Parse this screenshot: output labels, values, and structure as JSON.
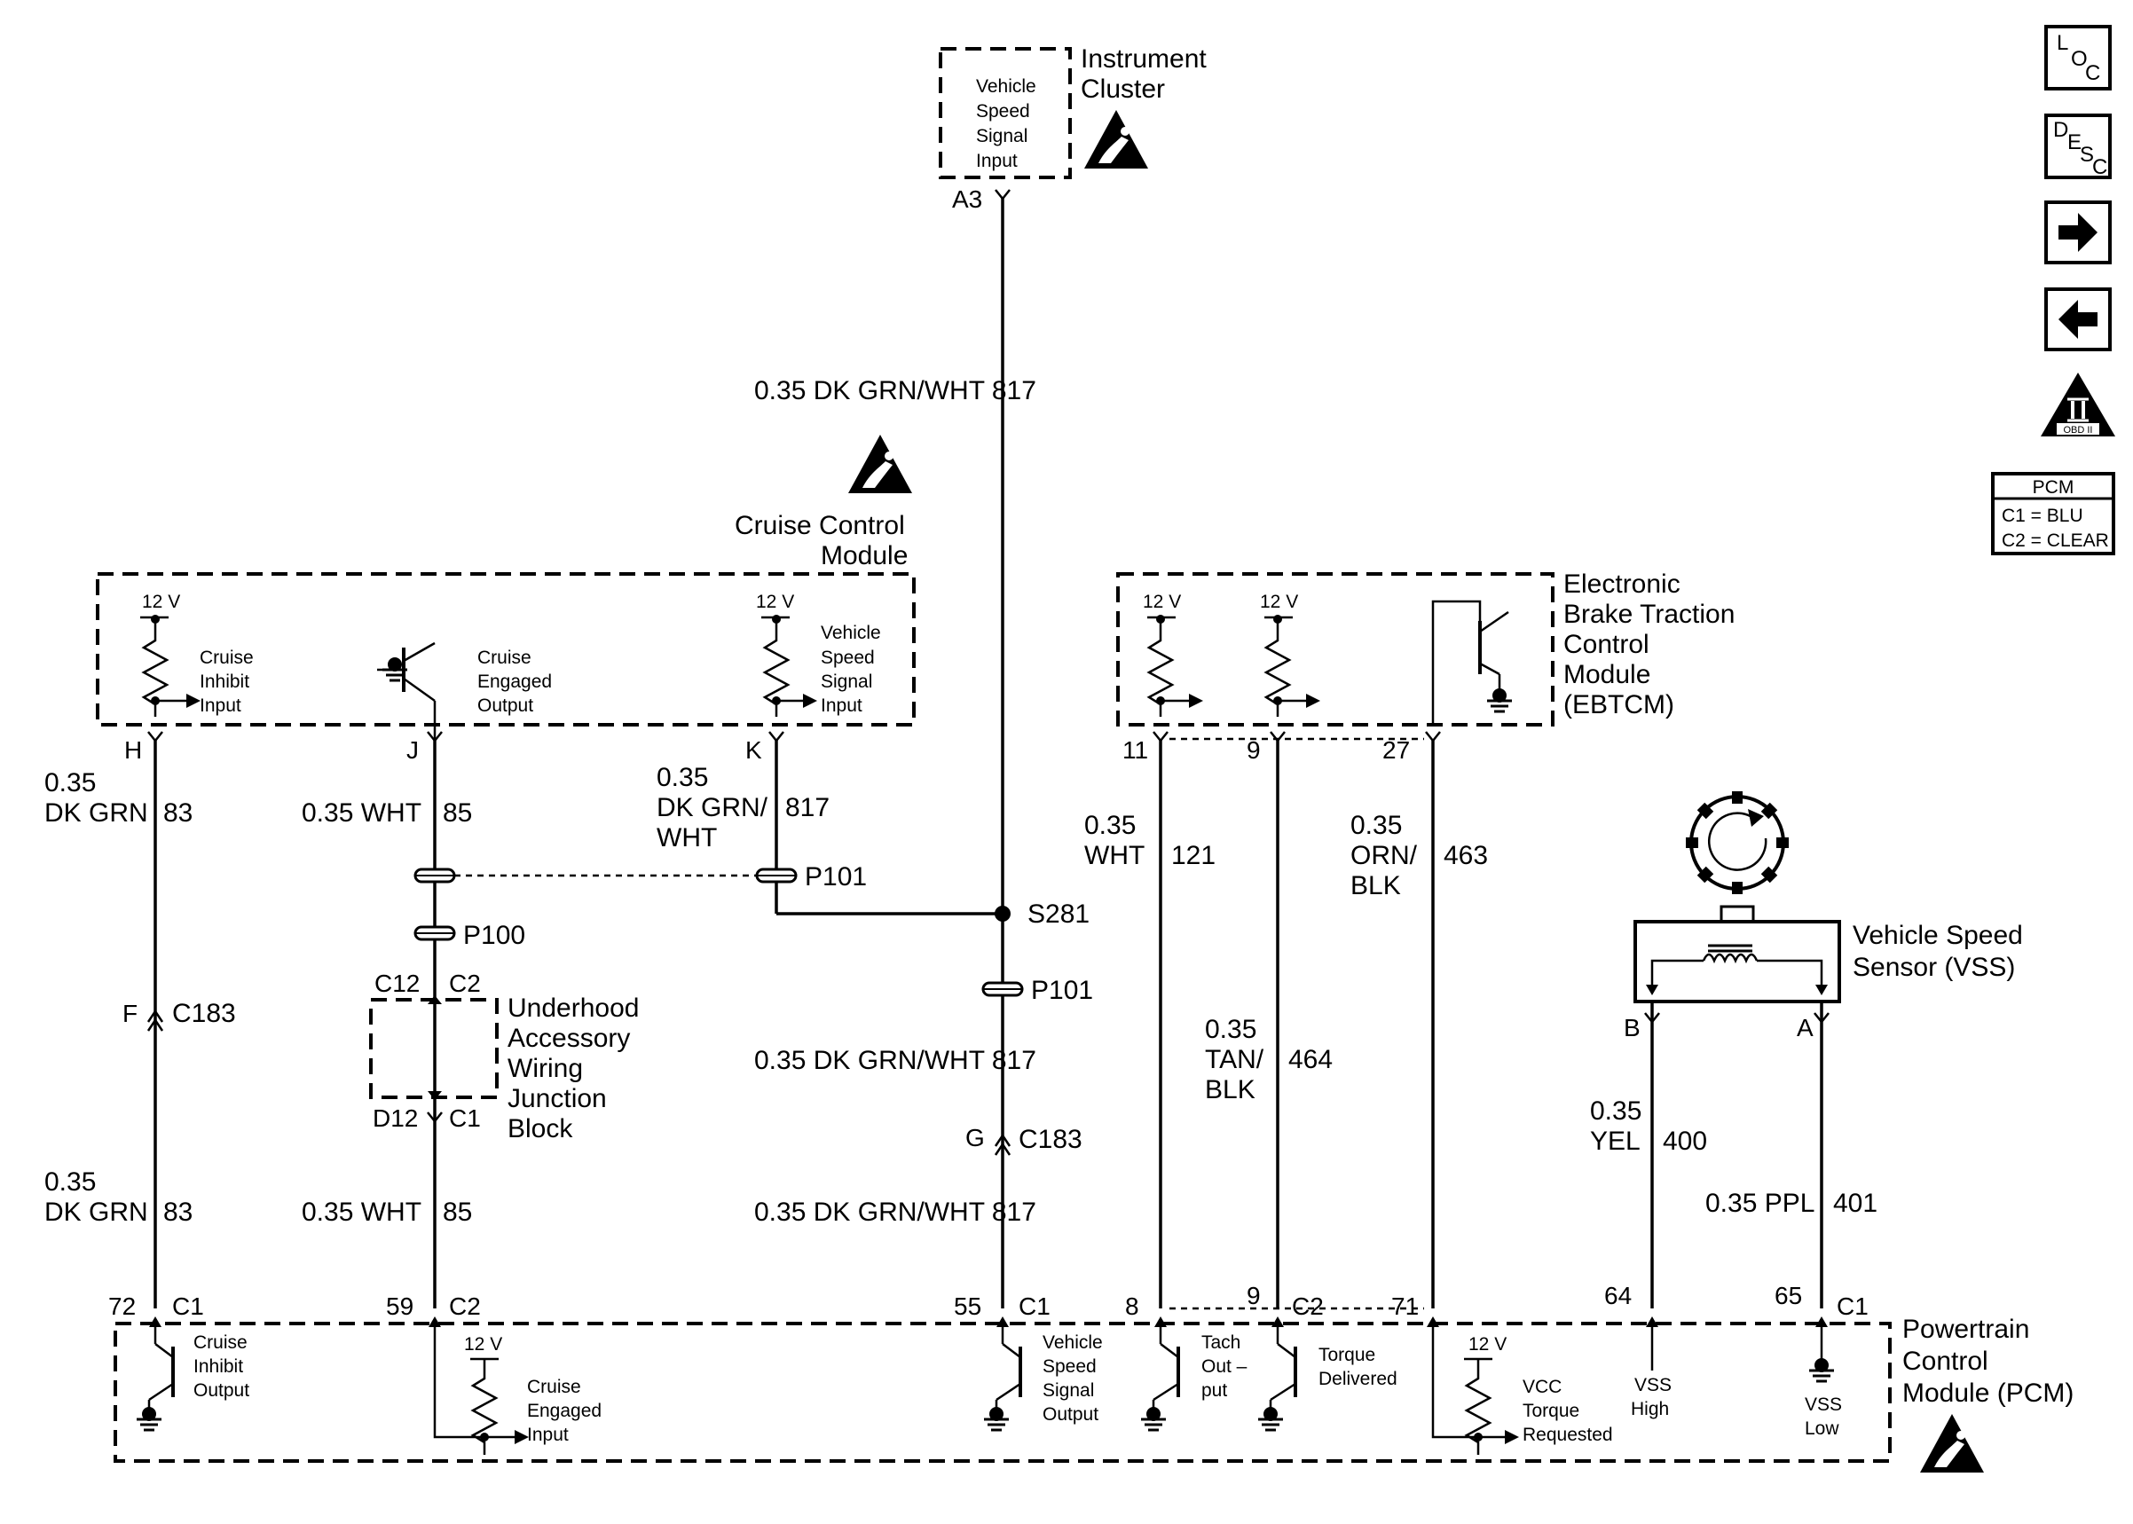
{
  "modules": {
    "instrument_cluster": {
      "line1": "Instrument",
      "line2": "Cluster",
      "input": [
        "Vehicle",
        "Speed",
        "Signal",
        "Input"
      ]
    },
    "cruise_control": {
      "line1": "Cruise Control",
      "line2": "Module",
      "inhibit_input": [
        "Cruise",
        "Inhibit",
        "Input"
      ],
      "engaged_output": [
        "Cruise",
        "Engaged",
        "Output"
      ],
      "vss_input": [
        "Vehicle",
        "Speed",
        "Signal",
        "Input"
      ]
    },
    "ebtcm": {
      "lines": [
        "Electronic",
        "Brake Traction",
        "Control",
        "Module",
        "(EBTCM)"
      ]
    },
    "vss": {
      "lines": [
        "Vehicle Speed",
        "Sensor (VSS)"
      ]
    },
    "junction_block": {
      "lines": [
        "Underhood",
        "Accessory",
        "Wiring",
        "Junction",
        "Block"
      ]
    },
    "pcm": {
      "lines": [
        "Powertrain",
        "Control",
        "Module (PCM)"
      ],
      "inhibit_output": [
        "Cruise",
        "Inhibit",
        "Output"
      ],
      "engaged_input": [
        "Cruise",
        "Engaged",
        "Input"
      ],
      "vss_output": [
        "Vehicle",
        "Speed",
        "Signal",
        "Output"
      ],
      "tach": [
        "Tach",
        "Out –",
        "put"
      ],
      "torque": [
        "Torque",
        "Delivered"
      ],
      "vcc": [
        "VCC",
        "Torque",
        "Requested"
      ],
      "vss_high": [
        "VSS",
        "High"
      ],
      "vss_low": [
        "VSS",
        "Low"
      ]
    }
  },
  "voltage": "12 V",
  "pins": {
    "a3": "A3",
    "h": "H",
    "j": "J",
    "k": "K",
    "n11": "11",
    "n9": "9",
    "n27": "27",
    "b": "B",
    "a": "A",
    "n72": "72",
    "n59": "59",
    "n55": "55",
    "n8": "8",
    "n9b": "9",
    "n71": "71",
    "n64": "64",
    "n65": "65",
    "c1a": "C1",
    "c2a": "C2",
    "c1b": "C1",
    "c2b": "C2",
    "c1c": "C1",
    "f": "F",
    "g": "G",
    "c12": "C12",
    "c2j": "C2",
    "d12": "D12",
    "c1j": "C1"
  },
  "connectors": {
    "c183a": "C183",
    "c183b": "C183",
    "p100": "P100",
    "p101a": "P101",
    "p101b": "P101",
    "s281": "S281"
  },
  "wires": {
    "w817_top": "0.35 DK GRN/WHT  817",
    "w83_a": [
      "0.35",
      "DK GRN",
      "83"
    ],
    "w85_a": [
      "0.35 WHT",
      "85"
    ],
    "w817_k": [
      "0.35",
      "DK GRN/",
      "WHT",
      "817"
    ],
    "w121": [
      "0.35",
      "WHT",
      "121"
    ],
    "w463": [
      "0.35",
      "ORN/",
      "BLK",
      "463"
    ],
    "w464": [
      "0.35",
      "TAN/",
      "BLK",
      "464"
    ],
    "w817_mid": "0.35 DK GRN/WHT  817",
    "w817_low": "0.35 DK GRN/WHT  817",
    "w83_b": [
      "0.35",
      "DK GRN",
      "83"
    ],
    "w85_b": [
      "0.35 WHT",
      "85"
    ],
    "w400": [
      "0.35",
      "YEL",
      "400"
    ],
    "w401": [
      "0.35 PPL",
      "401"
    ]
  },
  "side_icons": {
    "loc": [
      "L",
      "O",
      "C"
    ],
    "desc": [
      "D",
      "E",
      "S",
      "C"
    ],
    "obd": "OBD II"
  },
  "pcm_table": {
    "header": "PCM",
    "row1": "C1 = BLU",
    "row2": "C2 = CLEAR"
  }
}
